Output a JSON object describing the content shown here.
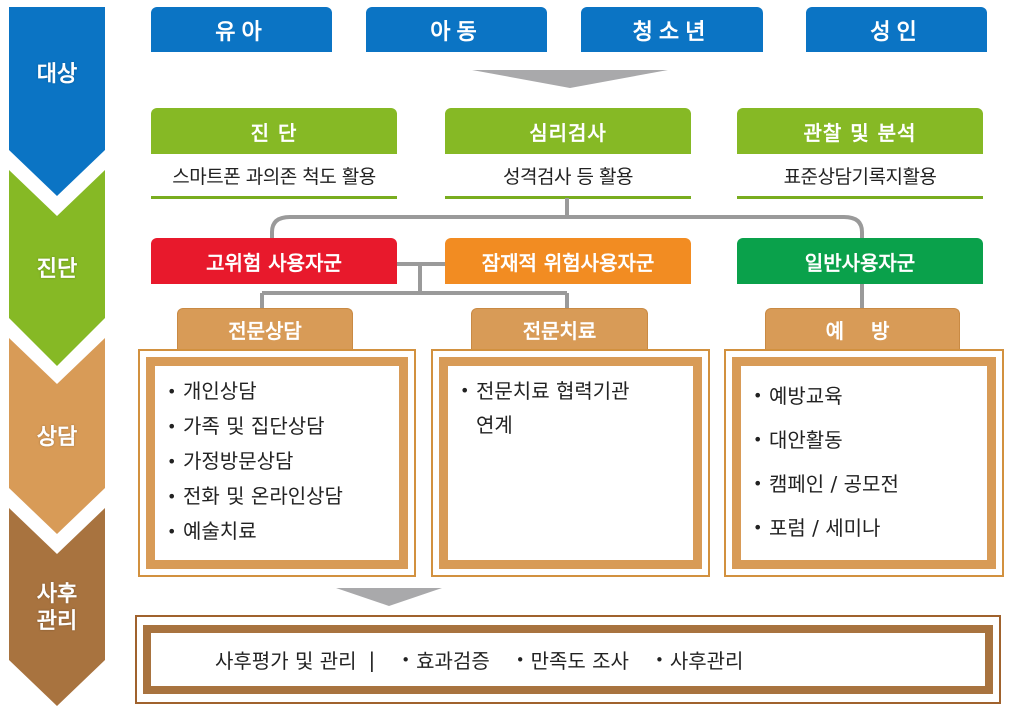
{
  "stages": [
    {
      "label": "대상",
      "color": "#0b74c4"
    },
    {
      "label": "진단",
      "color": "#86b925"
    },
    {
      "label": "상담",
      "color": "#d89b57"
    },
    {
      "label": "사후\n관리",
      "color": "#a8733f"
    }
  ],
  "targets": [
    {
      "label": "유아"
    },
    {
      "label": "아동"
    },
    {
      "label": "청소년"
    },
    {
      "label": "성인"
    }
  ],
  "methods": [
    {
      "title": "진 단",
      "desc": "스마트폰 과의존 척도 활용"
    },
    {
      "title": "심리검사",
      "desc": "성격검사 등 활용"
    },
    {
      "title": "관찰 및 분석",
      "desc": "표준상담기록지활용"
    }
  ],
  "groups": [
    {
      "label": "고위험 사용자군",
      "color": "#e8192c"
    },
    {
      "label": "잠재적 위험사용자군",
      "color": "#f28c22"
    },
    {
      "label": "일반사용자군",
      "color": "#0aa14b"
    }
  ],
  "services": [
    {
      "title": "전문상담",
      "items": [
        "개인상담",
        "가족 및 집단상담",
        "가정방문상담",
        "전화 및 온라인상담",
        "예술치료"
      ]
    },
    {
      "title": "전문치료",
      "items": [
        "전문치료 협력기관 연계"
      ]
    },
    {
      "title": "예 방",
      "items": [
        "예방교육",
        "대안활동",
        "캠페인 / 공모전",
        "포럼 / 세미나"
      ]
    }
  ],
  "followup": {
    "title": "사후평가 및 관리",
    "separator": "|",
    "items": [
      "효과검증",
      "만족도 조사",
      "사후관리"
    ]
  },
  "colors": {
    "connector": "#9a9a9a",
    "arrow": "#a9a9ab",
    "followup_border": "#a0622d"
  }
}
